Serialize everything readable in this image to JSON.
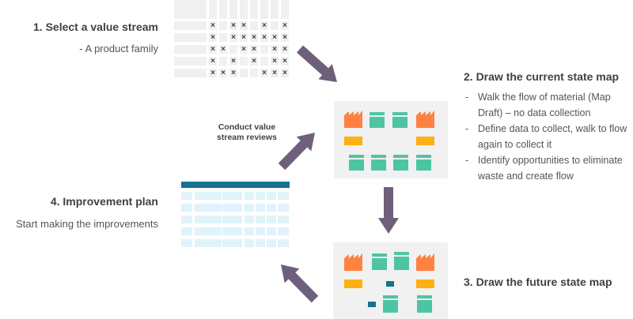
{
  "steps": {
    "step1": {
      "title": "1. Select a value stream",
      "subtitle": "- A product family"
    },
    "step2": {
      "title": "2. Draw the current state map",
      "bullets": [
        "Walk the flow of material (Map Draft) – no data collection",
        "Define data to collect, walk to flow again to collect it",
        "Identify opportunities to eliminate waste and create flow"
      ]
    },
    "step3": {
      "title": "3. Draw the future state map"
    },
    "step4": {
      "title": "4. Improvement plan",
      "subtitle": "Start making the improvements"
    }
  },
  "review_note": {
    "line1": "Conduct value",
    "line2": "stream reviews"
  },
  "matrix": {
    "mark": "×",
    "rows": [
      [
        1,
        0,
        1,
        1,
        0,
        1,
        0,
        1
      ],
      [
        1,
        0,
        1,
        1,
        1,
        1,
        1,
        1
      ],
      [
        1,
        1,
        0,
        1,
        1,
        0,
        1,
        1
      ],
      [
        1,
        0,
        1,
        0,
        1,
        0,
        1,
        1
      ],
      [
        1,
        1,
        1,
        0,
        0,
        1,
        1,
        1
      ]
    ]
  },
  "colors": {
    "arrow": "#6e5f7a",
    "factory": "#ff8240",
    "inventory": "#ffb012",
    "process": "#4ec5a2",
    "kanban": "#16738f",
    "table_header": "#16738f",
    "table_cell": "#e0f3fa",
    "panel_bg": "#f1f1f1"
  },
  "icons": {
    "factory": "factory-icon",
    "process": "process-box-icon",
    "inventory": "inventory-icon",
    "kanban": "kanban-icon",
    "arrow": "flow-arrow-icon"
  }
}
